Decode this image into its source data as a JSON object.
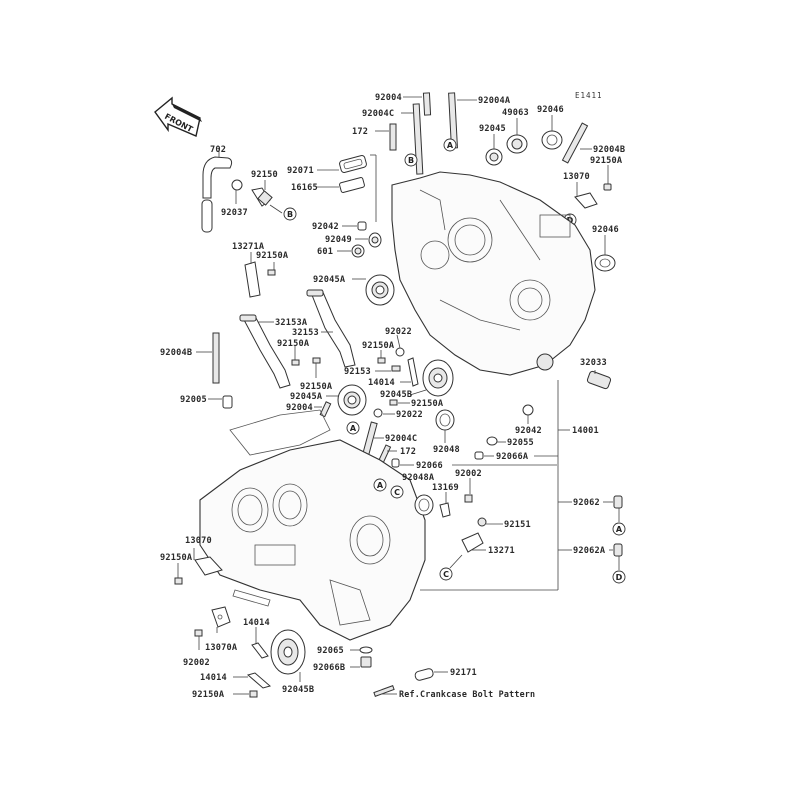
{
  "diagram": {
    "title": "Crankcase",
    "code": "E1411",
    "front_label": "FRONT",
    "note": "Ref.Crankcase Bolt Pattern",
    "callouts": {
      "p702": "702",
      "p92037": "92037",
      "p92150": "92150",
      "p92071": "92071",
      "p16165": "16165",
      "p92004_top": "92004",
      "p92004A": "92004A",
      "p92004C_top": "92004C",
      "p172_top": "172",
      "p92045_top": "92045",
      "p49063": "49063",
      "p92046_top": "92046",
      "p92004B_right": "92004B",
      "p92150A_right": "92150A",
      "p13070_right": "13070",
      "p92046_right": "92046",
      "p92042_top": "92042",
      "p92049": "92049",
      "p601": "601",
      "p92045A_top": "92045A",
      "p13271A": "13271A",
      "p92150A_13271A": "92150A",
      "p32153A": "32153A",
      "p32153": "32153",
      "p92150A_pipe": "92150A",
      "p92004B_left": "92004B",
      "p92150A_pipe2": "92150A",
      "p92045A_mid": "92045A",
      "p92004_mid": "92004",
      "p92005": "92005",
      "p92022_top": "92022",
      "p92150A_mid": "92150A",
      "p92153": "92153",
      "p14014_mid": "14014",
      "p92045B_mid": "92045B",
      "p92150A_mid2": "92150A",
      "p92022_mid": "92022",
      "p92004C_mid": "92004C",
      "p172_mid": "172",
      "p92066": "92066",
      "p92048": "92048",
      "p92048A": "92048A",
      "p32033": "32033",
      "p92042_right": "92042",
      "p92055": "92055",
      "p14001": "14001",
      "p92066A": "92066A",
      "p92002_mid": "92002",
      "p13169": "13169",
      "p92151": "92151",
      "p13271": "13271",
      "p92062": "92062",
      "p92062A": "92062A",
      "p13070_left": "13070",
      "p92150A_left": "92150A",
      "p13070A": "13070A",
      "p92002_left": "92002",
      "p14014_low": "14014",
      "p14014_low2": "14014",
      "p92150A_low": "92150A",
      "p92045B_low": "92045B",
      "p92065": "92065",
      "p92066B": "92066B",
      "p92171": "92171"
    },
    "reference_markers": {
      "A": "A",
      "B": "B",
      "C": "C",
      "D": "D"
    }
  }
}
